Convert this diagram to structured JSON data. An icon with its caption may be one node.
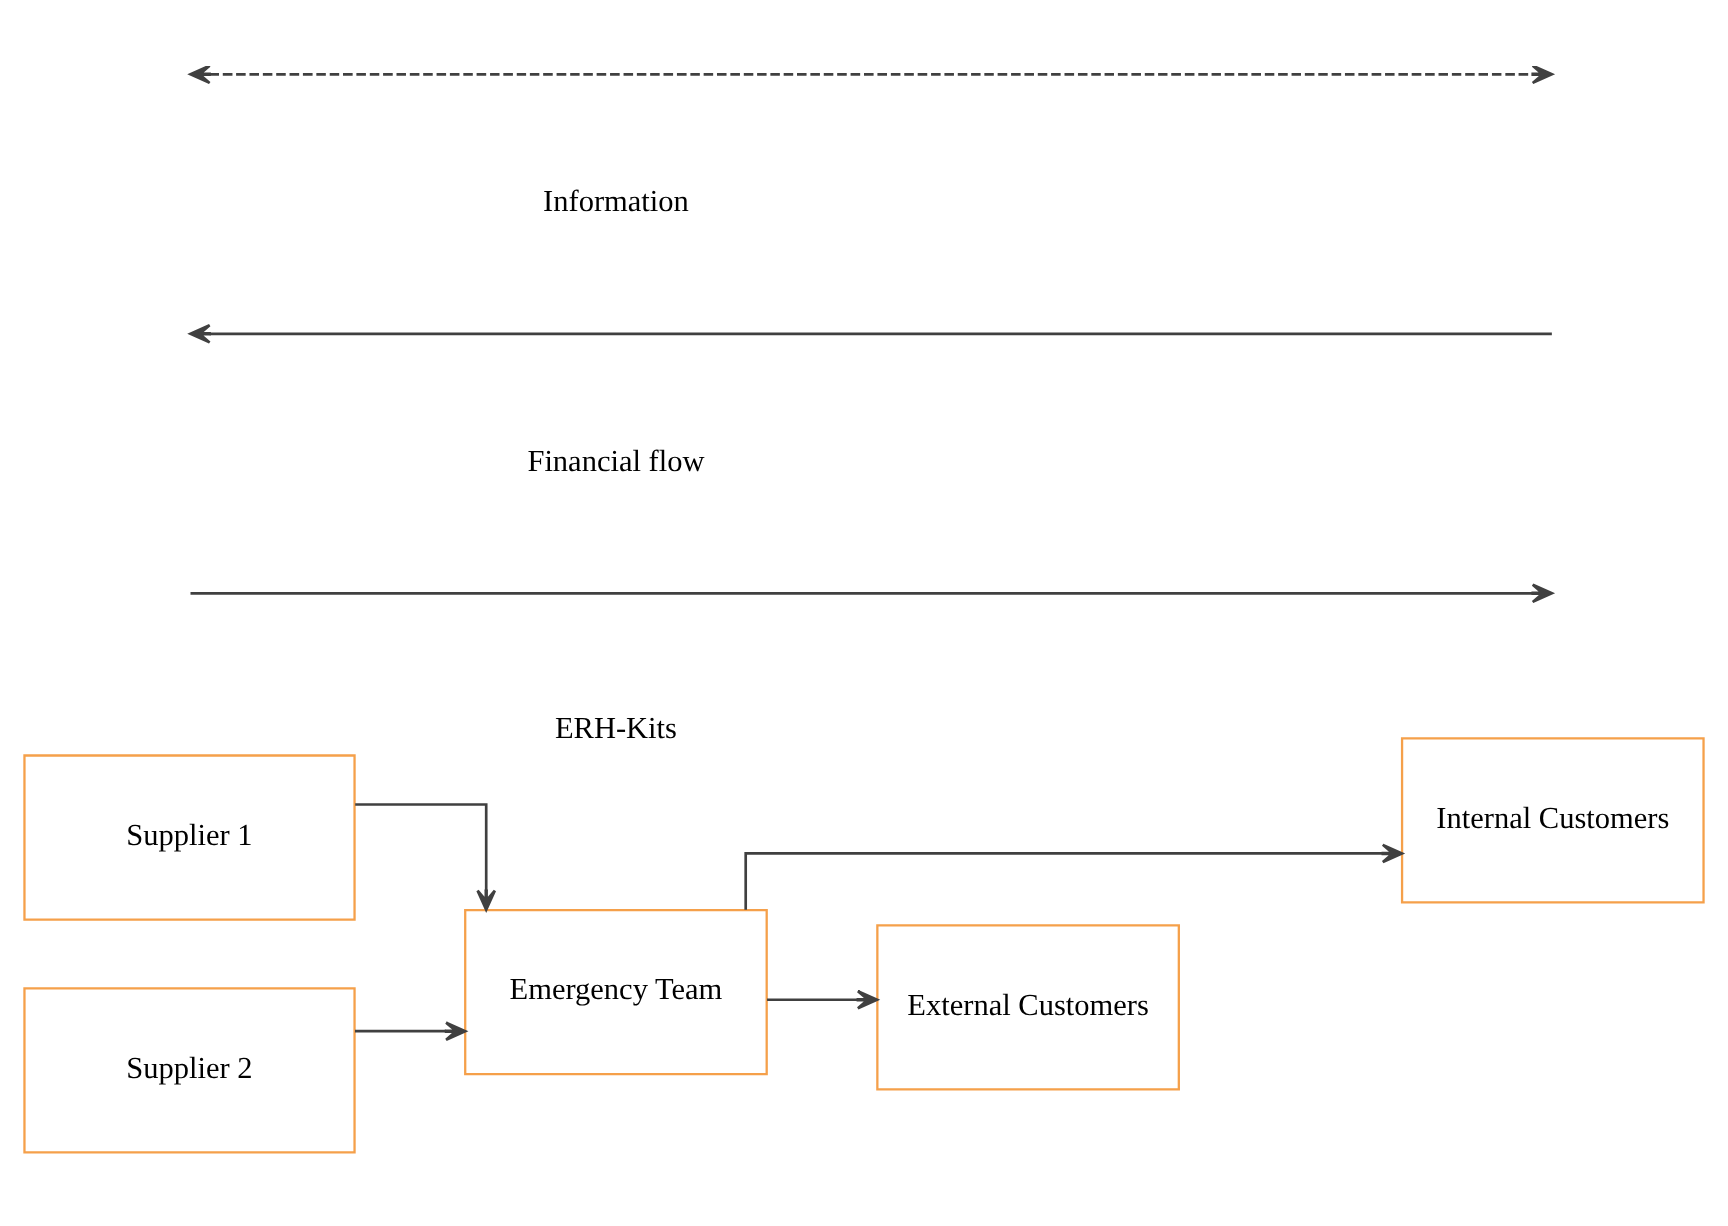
{
  "diagram": {
    "nodes": [
      {
        "text": [
          "Supplier 1"
        ]
      },
      {
        "text": [
          "Supplier 2"
        ]
      },
      {
        "text": [
          "Emergency Team"
        ]
      },
      {
        "text": [
          "Internal Customers"
        ]
      },
      {
        "text": [
          "External Customers"
        ]
      }
    ],
    "edges": [
      {
        "from": 0,
        "to": 2,
        "arrow": "to"
      },
      {
        "from": 1,
        "to": 2,
        "arrow": "to"
      },
      {
        "from": 2,
        "to": 3,
        "arrow": "to"
      },
      {
        "from": 2,
        "to": 4,
        "arrow": "to"
      }
    ],
    "labels": [
      "ERH-Kits",
      "Financial flow",
      "Information"
    ]
  }
}
